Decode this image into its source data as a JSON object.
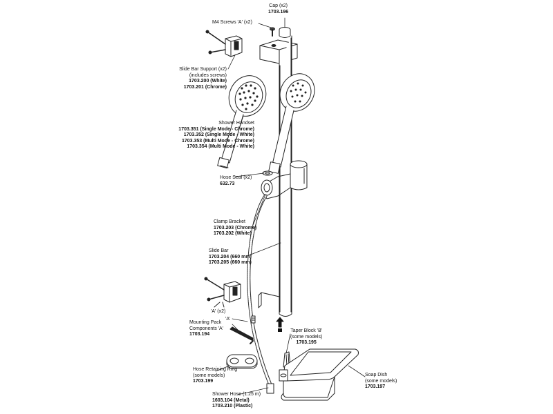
{
  "labels": {
    "cap": {
      "title": "Cap (x2)",
      "codes": [
        "1703.196"
      ]
    },
    "m4_screws": {
      "title": "M4 Screws 'A' (x2)"
    },
    "slide_bar_support": {
      "lines": [
        "Slide Bar Support (x2)",
        "(includes screws)"
      ],
      "codes": [
        "1703.200 (White)",
        "1703.201 (Chrome)"
      ]
    },
    "shower_handset": {
      "title": "Shower Handset",
      "codes": [
        "1703.351 (Single Mode - Chrome)",
        "1703.352 (Single Mode - White)",
        "1703.353 (Multi Mode - Chrome)",
        "1703.354 (Multi Mode - White)"
      ]
    },
    "hose_seal": {
      "title": "Hose Seal (x2)",
      "codes": [
        "632.73"
      ]
    },
    "clamp_bracket": {
      "title": "Clamp Bracket",
      "codes": [
        "1703.203 (Chrome)",
        "1703.202 (White)"
      ]
    },
    "slide_bar": {
      "title": "Slide Bar",
      "codes": [
        "1703.204 (660 mm)",
        "1703.205 (660 mm)"
      ]
    },
    "a_x2": {
      "title": "'A' (x2)"
    },
    "a_single": {
      "title": "'A'"
    },
    "mounting_pack": {
      "lines": [
        "Mounting Pack",
        "Components 'A'"
      ],
      "codes": [
        "1703.194"
      ]
    },
    "taper_block": {
      "lines": [
        "Taper Block 'B'",
        "(some models)"
      ],
      "codes": [
        "1703.195"
      ]
    },
    "hose_ring": {
      "lines": [
        "Hose Retaining Ring",
        "(some models)"
      ],
      "codes": [
        "1703.199"
      ]
    },
    "soap_dish": {
      "lines": [
        "Soap Dish",
        "(some models)"
      ],
      "codes": [
        "1703.197"
      ]
    },
    "shower_hose": {
      "title": "Shower Hose (1.25 m)",
      "codes": [
        "1603.104 (Metal)",
        "1703.210 (Plastic)"
      ]
    }
  }
}
